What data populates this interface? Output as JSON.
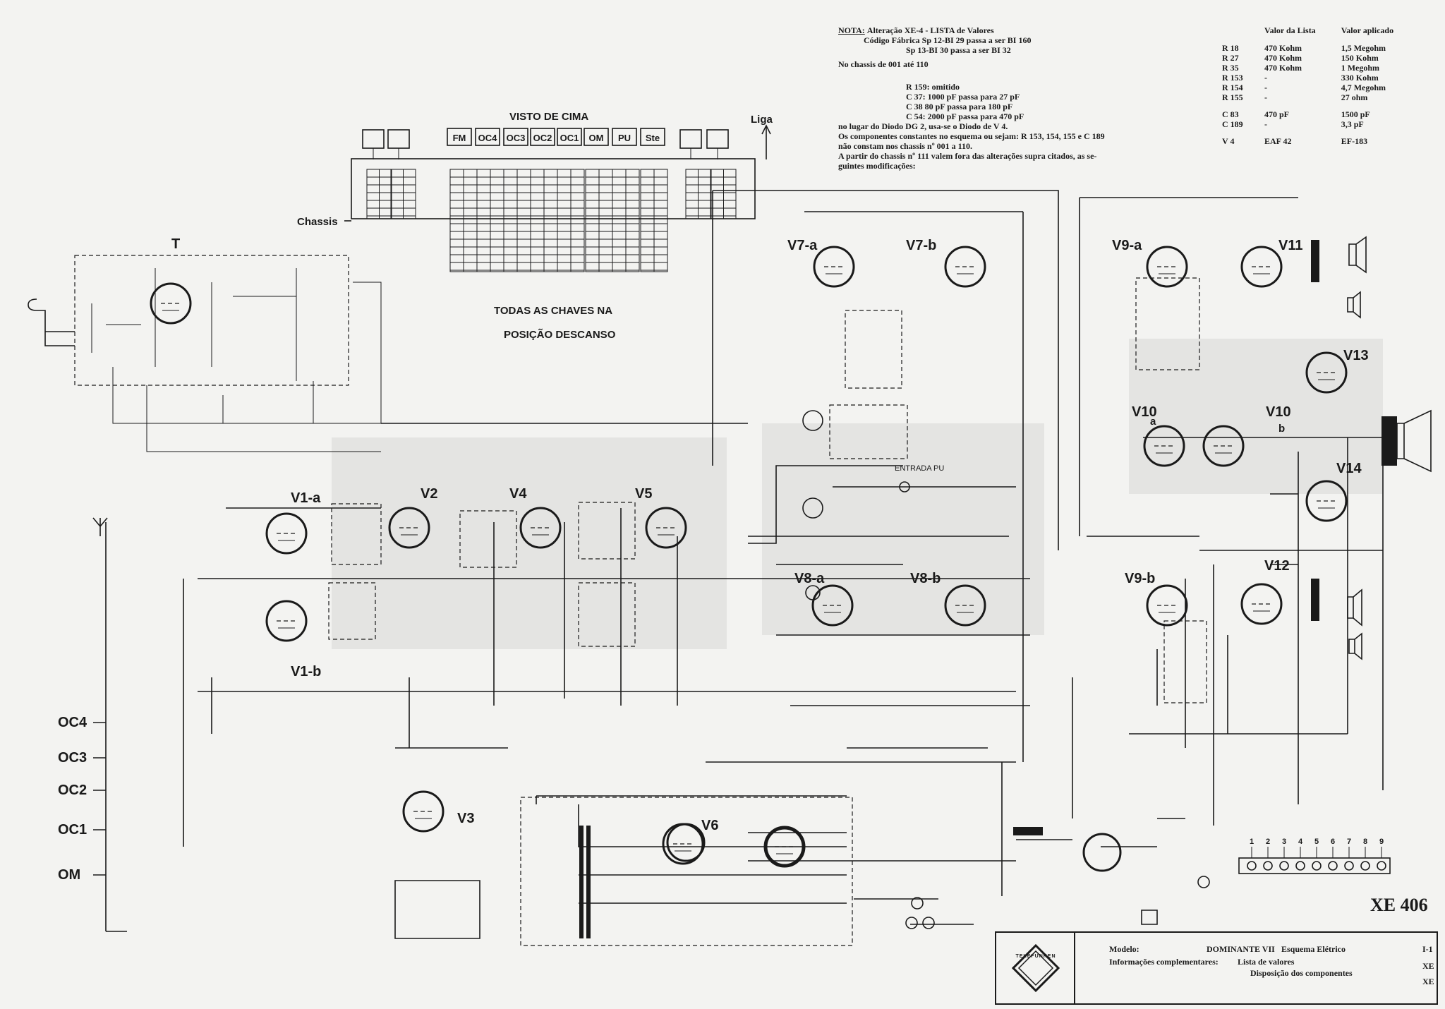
{
  "notes": {
    "title": "NOTA:",
    "line1": "Alteração XE-4 - LISTA de Valores",
    "line2": "Código Fábrica Sp 12-BI 29 passa a ser BI 160",
    "line3": "Sp 13-BI 30 passa a ser BI 32",
    "line4": "No chassis de 001 até 110",
    "line5": "R 159: omitido",
    "line6": "C 37: 1000 pF passa para 27 pF",
    "line7": "C 38 80 pF passa para 180 pF",
    "line8": "C 54: 2000 pF passa para 470 pF",
    "line9": "no lugar do Diodo DG 2, usa-se o Diodo de V 4.",
    "line10": "Os componentes constantes no esquema ou sejam: R 153, 154, 155 e C 189",
    "line11": "não constam nos chassis nº 001 a 110.",
    "line12": "A partir do chassis nº 111 valem fora das alterações supra citados, as se-",
    "line13": "guintes modificações:"
  },
  "value_table": {
    "col_list": "Valor da Lista",
    "col_applied": "Valor aplicado",
    "rows": [
      {
        "ref": "R 18",
        "list": "470 Kohm",
        "applied": "1,5 Megohm"
      },
      {
        "ref": "R 27",
        "list": "470 Kohm",
        "applied": "150 Kohm"
      },
      {
        "ref": "R 35",
        "list": "470 Kohm",
        "applied": "1 Megohm"
      },
      {
        "ref": "R 153",
        "list": "-",
        "applied": "330 Kohm"
      },
      {
        "ref": "R 154",
        "list": "-",
        "applied": "4,7 Megohm"
      },
      {
        "ref": "R 155",
        "list": "-",
        "applied": "27 ohm"
      },
      {
        "ref": "C 83",
        "list": "470 pF",
        "applied": "1500 pF"
      },
      {
        "ref": "C 189",
        "list": "-",
        "applied": "3,3 pF"
      },
      {
        "ref": "V 4",
        "list": "EAF 42",
        "applied": "EF-183"
      }
    ]
  },
  "switch_panel": {
    "title": "VISTO DE CIMA",
    "liga": "Liga",
    "chassis": "Chassis",
    "buttons": [
      "FM",
      "OC4",
      "OC3",
      "OC2",
      "OC1",
      "OM",
      "PU",
      "Ste"
    ],
    "rest_note_1": "TODAS AS CHAVES NA",
    "rest_note_2": "POSIÇÃO DESCANSO"
  },
  "tubes": [
    "V1-a",
    "V1-b",
    "V2",
    "V3",
    "V4",
    "V5",
    "V6",
    "V7-a",
    "V7-b",
    "V8-a",
    "V8-b",
    "V9-a",
    "V9-b",
    "V10",
    "V10",
    "V11",
    "V12",
    "V13",
    "V14"
  ],
  "bands": [
    "OC4",
    "OC3",
    "OC2",
    "OC1",
    "OM"
  ],
  "labels": {
    "tuner": "T",
    "entrada_pu": "ENTRADA PU",
    "model_code": "XE 406",
    "terminal_numbers": [
      "1",
      "2",
      "3",
      "4",
      "5",
      "6",
      "7",
      "8",
      "9"
    ]
  },
  "title_block": {
    "modelo_label": "Modelo:",
    "modelo_value": "DOMINANTE VII",
    "doc_type": "Esquema Elétrico",
    "info_label": "Informações complementares:",
    "info_1": "Lista de valores",
    "info_2": "Disposição dos componentes",
    "logo_text": "TELEFUNKEN",
    "code_1": "I-1",
    "code_2": "XE",
    "code_3": "XE"
  }
}
